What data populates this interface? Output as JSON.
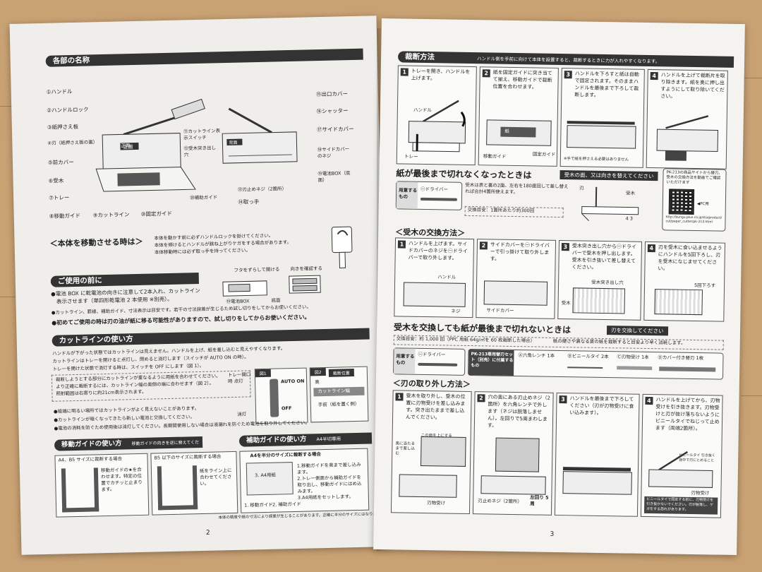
{
  "left": {
    "parts": {
      "title": "各部の名称",
      "labels": [
        "①ハンドル",
        "②ハンドルロック",
        "③紙押さえ板",
        "④刃（紙押さえ板の裏）",
        "⑤前カバー",
        "⑥受木",
        "⑦トレー",
        "⑧移動ガイド",
        "⑨カットライン",
        "⑩固定ガイド",
        "⑪カットライン表示スイッチ",
        "⑫受木突き出し穴",
        "⑬刃止めネジ（2箇所）",
        "⑭取っ手",
        "⑮出口カバー",
        "⑯シャッター",
        "⑰サイドカバー",
        "⑱サイドカバーのネジ",
        "⑲電池BOX（底面）",
        "⑳補助ガイド"
      ],
      "front_label": "正面",
      "back_label": "背面"
    },
    "move": {
      "title": "＜本体を移動させる時は＞",
      "lines": [
        "本体を動かす前に必ずハンドルロックを掛けてください。",
        "本体を傾けるとハンドルが跳ね上がりケガをする場合があります。",
        "本体移動時には必ず取っ手を持ってください。"
      ]
    },
    "before": {
      "title": "ご使用の前に",
      "lines": [
        "●電池 BOX に乾電池の向きに注意して2本入れ、カットライン",
        "　表示させます（単四形乾電池 2 本使用 ※別売）。",
        "●カットライン、罫線、補助ガイド、寸法表示は目安です。若干の寸法誤差が生じるため試し切りをしてからお使いください。",
        "●初めてご使用の時は刃の油が紙に移る可能性がありますので、試し切りをしてからお使いください。"
      ],
      "battery_caption": "フタをずらして開ける",
      "battery_orient": "向きを確認する",
      "battery_label": "⑲電池BOX",
      "bottom_label": "底面"
    },
    "cutline": {
      "title": "カットラインの使い方",
      "lines": [
        "ハンドルが下がった状態ではカットラインは見えません。ハンドルを上げ、紙を差し込むと見えやすくなります。",
        "カットラインはトレーを開けると点灯し、閉めると消灯します（スイッチが AUTO ON の時）。",
        "トレーを開けた状態で消灯する時は、スイッチを OFF にします（図 1）。"
      ],
      "dashed_lines": [
        "裁断しようとする部分にカットラインが重なるように用紙を合わせてください。",
        "より正確に裁断するには、カットライン幅の奥側の端に合わせます（図 2）。",
        "照射範囲は右寄りに約21cm表示されます。"
      ],
      "fig1": "図1",
      "fig2": "図2",
      "tray_open": "トレー開口時 点灯",
      "off_label": "消灯",
      "auto_on": "AUTO ON",
      "off": "OFF",
      "cut_pos": "裁断位置",
      "back": "奥",
      "cutline_width": "カットライン幅",
      "front": "手前（紙を置く側）",
      "notes": [
        "●極端に明るい場所ではカットラインがよく見えないことがあります。",
        "●カットラインが暗くなってきたら新しい電池と交換してください。",
        "●電池の消耗を防ぐため使用後は消灯してください。長期間使用しない場合は液漏れを防ぐため電池を取り外してください。"
      ]
    },
    "moveguide": {
      "title": "移動ガイドの使い方",
      "note": "移動ガイドの向きを逆に替えてください。",
      "a4b5": "A4、B5 サイズに裁断する場合",
      "a4b5_text": "移動ガイドの★を合わせます。特定の位置でカチッと止まります。",
      "under": "B5 以下のサイズに裁断する場合",
      "under_text": "紙をライン上に合わせてください。"
    },
    "auxguide": {
      "title": "補助ガイドの使い方",
      "note": "A4半切専用",
      "subtitle": "A4を半分のサイズに裁断する場合",
      "steps": [
        "1.移動ガイドを奥まで差し込みます。",
        "2.トレー側面から補助ガイドを取り出し、移動ガイドにはめ込みます。",
        "3.A4用紙をセットします。"
      ],
      "label1": "1. 移動ガイド",
      "label2": "2. 補助ガイド",
      "label3": "3. A4用紙",
      "footer": "本体の精度や紙の寸法により誤差が生じることがあります。正確に半分のサイズにはなりません。"
    },
    "page_number": "2"
  },
  "right": {
    "cutting": {
      "title": "裁断方法",
      "note": "ハンドル側を手前に向けて本体を設置すると、裁断するときに力が入れやすくなります。",
      "steps": [
        {
          "num": "1",
          "text": "トレーを開き、ハンドルを上げます。"
        },
        {
          "num": "2",
          "text": "紙を固定ガイドに突き当てて揃え、移動ガイドで裁断位置を合わせます。"
        },
        {
          "num": "3",
          "text": "ハンドルを下ろすと紙は自動で固定されます。そのままハンドルを最後まで下ろして裁断します。"
        },
        {
          "num": "4",
          "text": "ハンドルを上げて裁断片を取り除きます。紙を奥に押し出すようにして取り除いてください。"
        }
      ],
      "labels": {
        "handle": "ハンドル",
        "tray": "トレー",
        "paper": "紙",
        "moveguide": "移動ガイド",
        "fixguide": "固定ガイド",
        "warn": "※手で紙を押さえる必要はありません"
      }
    },
    "notcut": {
      "title": "紙が最後まで切れなくなったときは",
      "tag": "受木の面、又は向きを替えてください",
      "items_label": "用意するもの",
      "tool": "㊀ドライバー",
      "desc": "受木は表と裏の2面、左右を180度回して差し替えれば合計4箇所使えます。",
      "count": "交換目安：1箇所あたり約300回",
      "blade": "刃",
      "wood": "受木",
      "nums": "4 3",
      "url_note": "PK-213の商品サイトから替刃、受木の交換方法を動画でご確認いただけます",
      "pc_label": "◀PC用",
      "url": "http://bungu.plus.co.jp/sta/product/cut/paper_cutter/pk-213.html"
    },
    "woodswap": {
      "title": "＜受木の交換方法＞",
      "steps": [
        {
          "num": "1",
          "text": "ハンドルを上げます。サイドカバーのネジを㊀ドライバーで取り外します。"
        },
        {
          "num": "2",
          "text": "サイドカバーを㊀ドライバーで引っ掛けて取り外します。"
        },
        {
          "num": "3",
          "text": "受木突き出し穴から㊀ドライバーで受木を押し出します。受木を引き抜いて差し替えてください。"
        },
        {
          "num": "4",
          "text": "刃を受木に食い込ませるようにハンドルを5回下ろし、刃を受木になじませてください。"
        }
      ],
      "labels": {
        "handle": "ハンドル",
        "screw": "ネジ",
        "sidecover": "サイドカバー",
        "hole": "受木突き出し穴",
        "wood": "受木",
        "five": "5回下ろす"
      }
    },
    "stillnotcut": {
      "title": "受木を交換しても紙が最後まで切れないときは",
      "tag": "刃を交換してください",
      "count": "交換目安：約 1,000 回（PPC 用紙 64g/㎡を 60 枚裁断した場合）",
      "count2": "紙の硬さや異なる質の紙を裁断すると目安より早く消耗します。",
      "items_label": "用意するもの",
      "tool": "㊀ドライバー",
      "set_label": "PK-213専用替刃セット（別売）に付属するもの",
      "parts": [
        "Ⓐ六角レンチ 1本",
        "Ⓑビニールタイ 2本",
        "Ⓒ刃物受け 1本",
        "Ⓓカバー付き替刃 1枚"
      ]
    },
    "bladeremove": {
      "title": "＜刃の取り外し方法＞",
      "steps": [
        {
          "num": "1",
          "text": "受木を取り外し、受木の位置に刃物受けを差し込みます。突き出たままで差し込んでください。"
        },
        {
          "num": "2",
          "text": "穴の奥にある刃止めネジ（2箇所）を六角レンチで外します（ネジは脱落しません）。左回りで5周まわします。"
        },
        {
          "num": "3",
          "text": "ハンドルを最後まで下ろしてください（刃が刃物受けに食い込みます）。"
        },
        {
          "num": "4",
          "text": "ハンドルを上げてから、刃物受けを引き抜きます。刃物受けと刃が抜け落ちないようにビニールタイでねじって止めます（両端2箇所）。"
        }
      ],
      "labels": {
        "slot": "この面を上にする",
        "push": "奥に当たるまで差し込む",
        "receiver": "刃物受け",
        "screw": "刃止めネジ（2箇所）",
        "left5": "左回り 5周",
        "tie": "ビニールタイ 引き抜く途中で刃にとめること",
        "receiver2": "刃物受け",
        "warn": "ビニールタイで固定する前に、刃物受けを引き抜かないでください。刃が脱落し、ケガをする恐れがあります。"
      }
    },
    "page_number": "3"
  }
}
